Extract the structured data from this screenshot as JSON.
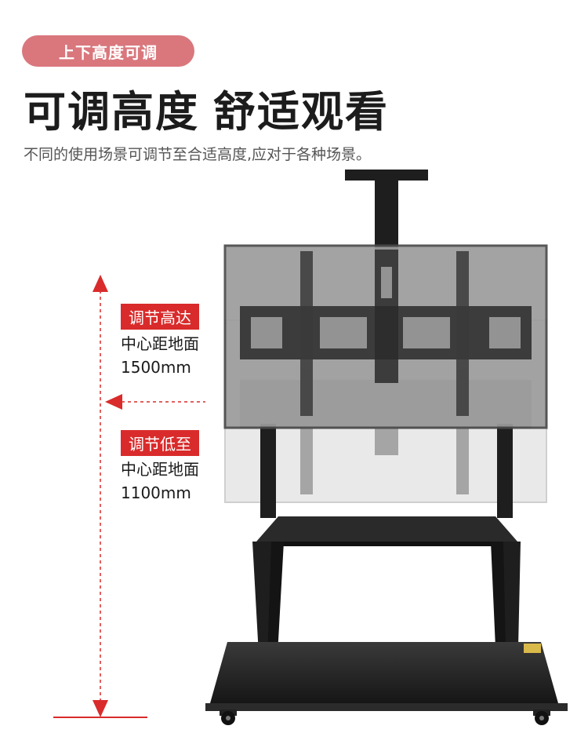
{
  "badge": "上下高度可调",
  "headline": {
    "part1": "可调高度",
    "part2": "舒适观看"
  },
  "subtitle": "不同的使用场景可调节至合适高度,应对于各种场景。",
  "max_label": {
    "tag": "调节高达",
    "line1": "中心距地面",
    "line2": "1500mm"
  },
  "min_label": {
    "tag": "调节低至",
    "line1": "中心距地面",
    "line2": "1100mm"
  },
  "colors": {
    "accent": "#d92b2b",
    "badge": "#d9777d",
    "stand": "#1e1e1e"
  }
}
